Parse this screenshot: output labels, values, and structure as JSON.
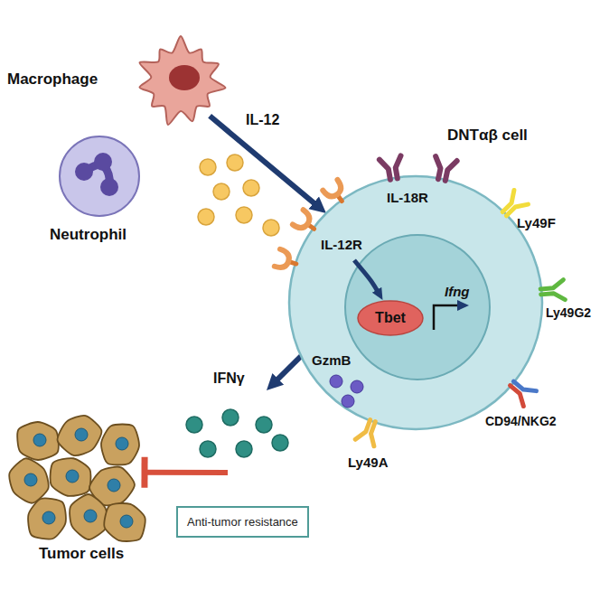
{
  "diagram": {
    "nodes": [
      {
        "text": [
          "Macrophage"
        ]
      },
      {
        "text": [
          "Neutrophil"
        ]
      },
      {
        "text": [
          "DNTαβ cell"
        ]
      },
      {
        "text": [
          "Tbet"
        ],
        "in": 2
      },
      {
        "text": [
          "Tumor cells"
        ]
      },
      {
        "text": [
          "Anti-tumor resistance"
        ]
      }
    ],
    "edges": [
      {
        "from": 0,
        "to": 2,
        "label": "IL-12",
        "arrow": "to"
      },
      {
        "from": 2,
        "to": 4,
        "label": "IFNγ",
        "arrow": "to"
      }
    ],
    "labels": [
      "IL-18R",
      "IL-12R",
      "Ly49F",
      "Ly49G2",
      "GzmB",
      "Ifng",
      "CD94/NKG2",
      "Ly49A"
    ]
  }
}
